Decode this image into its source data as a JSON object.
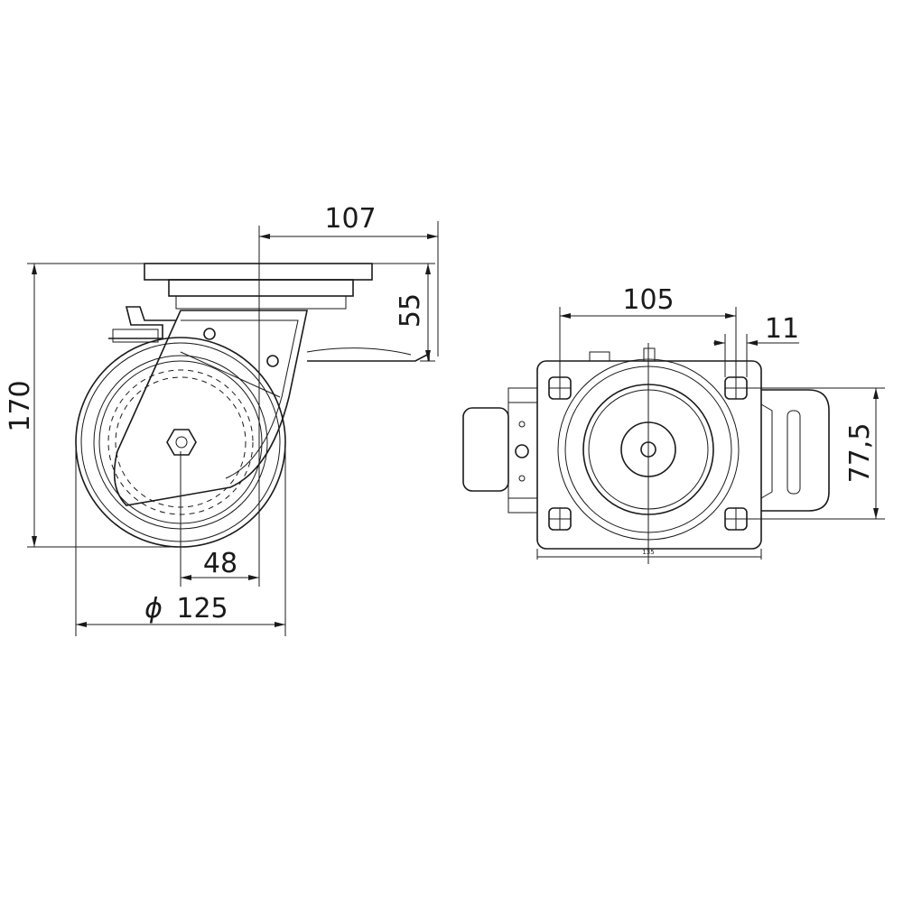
{
  "drawing": {
    "side_view": {
      "dim_width_top": "107",
      "dim_total_height": "170",
      "dim_plate_height": "55",
      "dim_offset": "48",
      "dim_diameter_symbol": "ϕ",
      "dim_diameter": "125"
    },
    "top_view": {
      "dim_hole_spacing": "105",
      "dim_hole_diameter": "11",
      "dim_hole_spacing_vertical": "77,5",
      "dim_plate_width": "135"
    },
    "line_color": "#1a1a1a",
    "background": "#ffffff"
  }
}
